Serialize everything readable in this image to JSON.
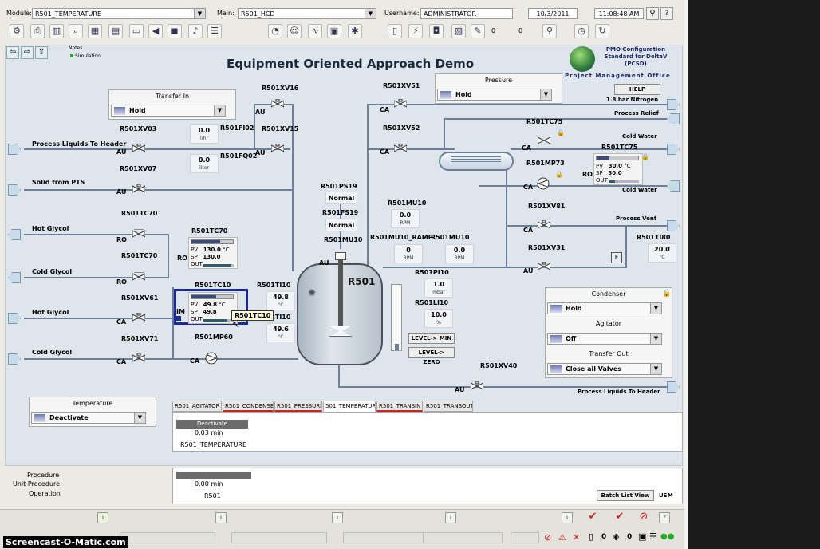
{
  "header": {
    "module_label": "Module:",
    "module_value": "R501_TEMPERATURE",
    "main_label": "Main:",
    "main_value": "R501_HCD",
    "username_label": "Username:",
    "username_value": "ADMINISTRATOR",
    "date": "10/3/2011",
    "time": "11:08:48 AM",
    "help": "?"
  },
  "toolbar": {
    "counts": {
      "a": "0",
      "b": "0"
    }
  },
  "nav": {
    "notes": "Notes",
    "simulation": "Simulation"
  },
  "title": "Equipment Oriented Approach Demo",
  "logo": {
    "line1": "PMO Configuration",
    "line2": "Standard for DeltaV",
    "line3": "(PCSD)",
    "line4": "Project Management Office"
  },
  "help_button": "HELP",
  "nitrogen": "1.8 bar Nitrogen",
  "panels": {
    "transfer_in": {
      "title": "Transfer In",
      "value": "Hold"
    },
    "pressure": {
      "title": "Pressure",
      "value": "Hold"
    },
    "condenser": {
      "title": "Condenser",
      "value": "Hold"
    },
    "agitator": {
      "title": "Agitator",
      "value": "Off"
    },
    "transfer_out": {
      "title": "Transfer Out",
      "value": "Close all Valves"
    },
    "temperature": {
      "title": "Temperature",
      "value": "Deactivate"
    }
  },
  "tags": {
    "xv16": "R501XV16",
    "xv15": "R501XV15",
    "xv51": "R501XV51",
    "xv52": "R501XV52",
    "xv03": "R501XV03",
    "xv07": "R501XV07",
    "fi02": "R501FI02",
    "fq02": "R501FQ02",
    "tc70a": "R501TC70",
    "tc70b": "R501TC70",
    "tc70c": "R501TC70",
    "xv61": "R501XV61",
    "xv71": "R501XV71",
    "tc10": "R501TC10",
    "mp60": "R501MP60",
    "ti10a": "R501TI10",
    "ti10b": "R501TI10",
    "ps19": "R501PS19",
    "fs19": "R501FS19",
    "mu10a": "R501MU10",
    "mu10b": "R501MU10",
    "mu10ramp": "R501MU10_RAMP",
    "mu10c": "R501MU10",
    "pi10": "R501PI10",
    "li10": "R501LI10",
    "tc75a": "R501TC75",
    "tc75b": "R501TC75",
    "mp73": "R501MP73",
    "xv81": "R501XV81",
    "xv31": "R501XV31",
    "ti80": "R501TI80",
    "xv40": "R501XV40",
    "reactor": "R501",
    "tooltip": "R501TC10"
  },
  "lines": {
    "process_liquids_to_header": "Process Liquids To Header",
    "solid_from_pts": "Solid from PTS",
    "hot_glycol_1": "Hot Glycol",
    "cold_glycol_1": "Cold Glycol",
    "hot_glycol_2": "Hot Glycol",
    "cold_glycol_2": "Cold Glycol",
    "process_relief": "Process Relief",
    "cold_water_1": "Cold Water",
    "cold_water_2": "Cold Water",
    "process_vent": "Process Vent",
    "process_liquids_out": "Process Liquids To Header"
  },
  "modes": {
    "au": "AU",
    "ca": "CA",
    "ro": "RO",
    "im": "IM"
  },
  "values": {
    "fi02": {
      "v": "0.0",
      "u": "l/hr"
    },
    "fq02": {
      "v": "0.0",
      "u": "liter"
    },
    "ps19": "Normal",
    "fs19": "Normal",
    "mu10a": {
      "v": "0.0",
      "u": "RPM"
    },
    "mu10b": {
      "v": "0",
      "u": "RPM"
    },
    "mu10c": {
      "v": "0.0",
      "u": "RPM"
    },
    "pi10": {
      "v": "1.0",
      "u": "mbar"
    },
    "li10": {
      "v": "10.0",
      "u": "%"
    },
    "ti10a": {
      "v": "49.8",
      "u": "°C"
    },
    "ti10b": {
      "v": "49.6",
      "u": "°C"
    },
    "ti80": {
      "v": "20.0",
      "u": "°C"
    }
  },
  "controllers": {
    "tc70": {
      "pv_label": "PV",
      "pv": "130.0",
      "pv_u": "°C",
      "sp_label": "SP",
      "sp": "130.0",
      "out_label": "OUT",
      "bar": 0.7,
      "out": 0.9
    },
    "tc10": {
      "pv_label": "PV",
      "pv": "49.8",
      "pv_u": "°C",
      "sp_label": "SP",
      "sp": "49.8",
      "out_label": "OUT",
      "bar": 0.6,
      "out": 0.8
    },
    "tc75": {
      "pv_label": "PV",
      "pv": "30.0",
      "pv_u": "°C",
      "sp_label": "SP",
      "sp": "30.0",
      "out_label": "OUT",
      "bar": 0.3,
      "out": 0.2
    }
  },
  "level_buttons": {
    "min": "LEVEL-> MIN",
    "zero": "LEVEL-> ZERO"
  },
  "tabs": [
    {
      "label": "R501_AGITATOR"
    },
    {
      "label": "R501_CONDENSER"
    },
    {
      "label": "R501_PRESSURE"
    },
    {
      "label": "501_TEMPERATURE"
    },
    {
      "label": "R501_TRANSIN"
    },
    {
      "label": "R501_TRANSOUT"
    }
  ],
  "phase": {
    "status": "Deactivate",
    "time": "0.03 min",
    "name": "R501_TEMPERATURE"
  },
  "procedure": {
    "procedure_label": "Procedure",
    "unit_procedure_label": "Unit Procedure",
    "operation_label": "Operation",
    "time": "0.00 min",
    "unit": "R501",
    "batch_button": "Batch List View",
    "usm": "USM"
  },
  "status": {
    "count_a": "0",
    "count_b": "0",
    "info": "i",
    "help": "?"
  },
  "watermark": "Screencast-O-Matic.com",
  "colors": {
    "pipe": "#6d7f98",
    "selected_frame": "#1a2a9a",
    "canvas": "#dfe5ec"
  }
}
